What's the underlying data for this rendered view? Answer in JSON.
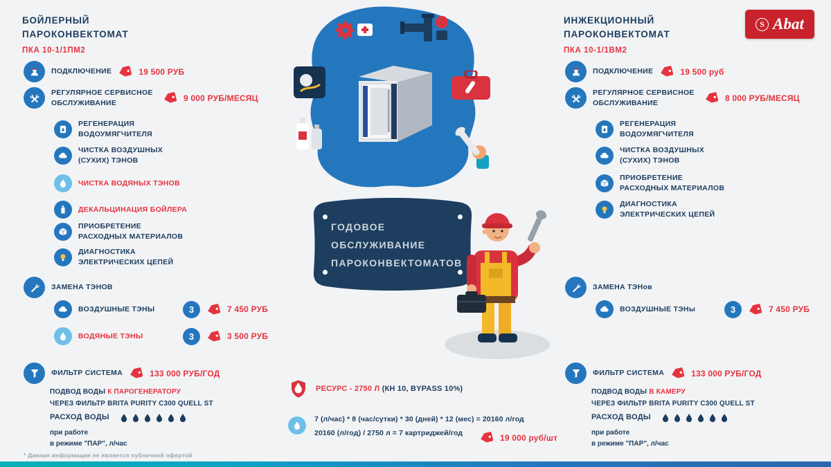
{
  "logo": {
    "text": "Abat"
  },
  "left": {
    "title": "БОЙЛЕРНЫЙ\nПАРОКОНВЕКТОМАТ",
    "model": "ПКА 10-1/1ПМ2",
    "connection_label": "ПОДКЛЮЧЕНИЕ",
    "connection_price": "19 500 РУБ",
    "service_label": "РЕГУЛЯРНОЕ СЕРВИСНОЕ\nОБСЛУЖИВАНИЕ",
    "service_price": "9 000 РУБ/МЕСЯЦ",
    "service_items": [
      {
        "label": "РЕГЕНЕРАЦИЯ\nВОДОУМЯГЧИТЕЛЯ"
      },
      {
        "label": "ЧИСТКА ВОЗДУШНЫХ\n(СУХИХ) ТЭНОВ"
      },
      {
        "label": "ЧИСТКА ВОДЯНЫХ ТЭНОВ"
      },
      {
        "label": "ДЕКАЛЬЦИНАЦИЯ БОЙЛЕРА"
      },
      {
        "label": "ПРИОБРЕТЕНИЕ\nРАСХОДНЫХ МАТЕРИАЛОВ"
      },
      {
        "label": "ДИАГНОСТИКА\nЭЛЕКТРИЧЕСКИХ ЦЕПЕЙ"
      }
    ],
    "replace_label": "ЗАМЕНА ТЭНОВ",
    "heaters": [
      {
        "label": "ВОЗДУШНЫЕ ТЭНЫ",
        "count": "3",
        "price": "7 450 РУБ"
      },
      {
        "label": "ВОДЯНЫЕ ТЭНЫ",
        "count": "3",
        "price": "3 500 РУБ"
      }
    ],
    "filter_label": "ФИЛЬТР СИСТЕМА",
    "filter_price": "133 000 РУБ/ГОД",
    "water_supply_prefix": "ПОДВОД ВОДЫ",
    "water_supply_highlight": "К ПАРОГЕНЕРАТОРУ",
    "water_supply_line2": "ЧЕРЕЗ ФИЛЬТР BRITA PURITY C300 QUELL ST",
    "consumption_label": "РАСХОД ВОДЫ",
    "consumption_drops": 6,
    "consumption_note": "при работе\nв режиме \"ПАР\", л/час"
  },
  "right": {
    "title": "ИНЖЕКЦИОННЫЙ\nПАРОКОНВЕКТОМАТ",
    "model": "ПКА 10-1/1ВМ2",
    "connection_label": "ПОДКЛЮЧЕНИЕ",
    "connection_price": "19 500 руб",
    "service_label": "РЕГУЛЯРНОЕ СЕРВИСНОЕ\nОБСЛУЖИВАНИЕ",
    "service_price": "8 000 РУБ/МЕСЯЦ",
    "service_items": [
      {
        "label": "РЕГЕНЕРАЦИЯ\nВОДОУМЯГЧИТЕЛЯ"
      },
      {
        "label": "ЧИСТКА ВОЗДУШНЫХ\n(СУХИХ) ТЭНОВ"
      },
      {
        "label": "ПРИОБРЕТЕНИЕ\nРАСХОДНЫХ МАТЕРИАЛОВ"
      },
      {
        "label": "ДИАГНОСТИКА\nЭЛЕКТРИЧЕСКИХ ЦЕПЕЙ"
      }
    ],
    "replace_label": "ЗАМЕНА ТЭНов",
    "heaters": [
      {
        "label": "ВОЗДУШНЫЕ ТЭНы",
        "count": "3",
        "price": "7 450 РУБ"
      }
    ],
    "filter_label": "ФИЛЬТР СИСТЕМА",
    "filter_price": "133 000 РУБ/ГОД",
    "water_supply_prefix": "ПОДВОД ВОДЫ",
    "water_supply_highlight": "В КАМЕРУ",
    "water_supply_line2": "ЧЕРЕЗ ФИЛЬТР BRITA PURITY C300 QUELL ST",
    "consumption_label": "РАСХОД ВОДЫ",
    "consumption_drops": 6,
    "consumption_note": "при работе\nв режиме \"ПАР\", л/час"
  },
  "center": {
    "banner": "ГОДОВОЕ\nОБСЛУЖИВАНИЕ\nПАРОКОНВЕКТОМАТОВ",
    "resource_value": "РЕСУРС - 2750 Л",
    "resource_note": "(КН 10, BYPASS 10%)",
    "formula_line1": "7 (л/час) * 8 (час/сутки) * 30 (дней) * 12 (мес) = 20160 л/год",
    "formula_line2": "20160 (л/год) / 2750 л = 7 картриджей/год",
    "cartridge_price": "19 000 руб/шт"
  },
  "footnote": "* Данная информация не является публичной офертой",
  "colors": {
    "accent_red": "#e6333f",
    "brand_blue": "#2577bd",
    "navy": "#1c3d5e",
    "light_blue": "#6fc0e8"
  }
}
